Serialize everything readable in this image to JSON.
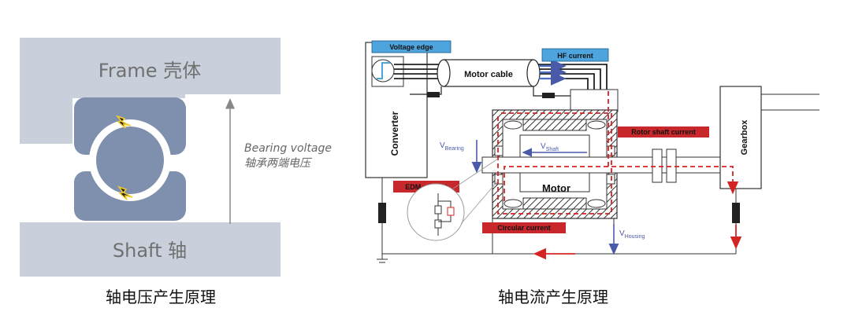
{
  "left_diagram": {
    "frame_label": "Frame 壳体",
    "shaft_label": "Shaft 轴",
    "bearing_voltage_en": "Bearing voltage",
    "bearing_voltage_zh": "轴承两端电压",
    "caption": "轴电压产生原理",
    "colors": {
      "plate": "#c9d0dc",
      "bearing": "#7f90ae",
      "arrow": "#888888",
      "text": "#707070"
    }
  },
  "right_diagram": {
    "voltage_edge": "Voltage edge",
    "motor_cable": "Motor cable",
    "hf_current": "HF current",
    "converter": "Converter",
    "motor": "Motor",
    "gearbox": "Gearbox",
    "rotor_shaft_current": "Rotor shaft current",
    "edm_current": "EDM current",
    "circular_current": "Circular current",
    "v_bearing": {
      "main": "V",
      "sub": "Bearing"
    },
    "v_shaft": {
      "main": "V",
      "sub": "Shaft"
    },
    "v_housing": {
      "main": "V",
      "sub": "Housing"
    },
    "caption": "轴电流产生原理",
    "colors": {
      "red_label": "#c8282b",
      "blue_label": "#4ea5dd",
      "current": "#d42323",
      "v_arrow": "#4b5aa8"
    }
  }
}
